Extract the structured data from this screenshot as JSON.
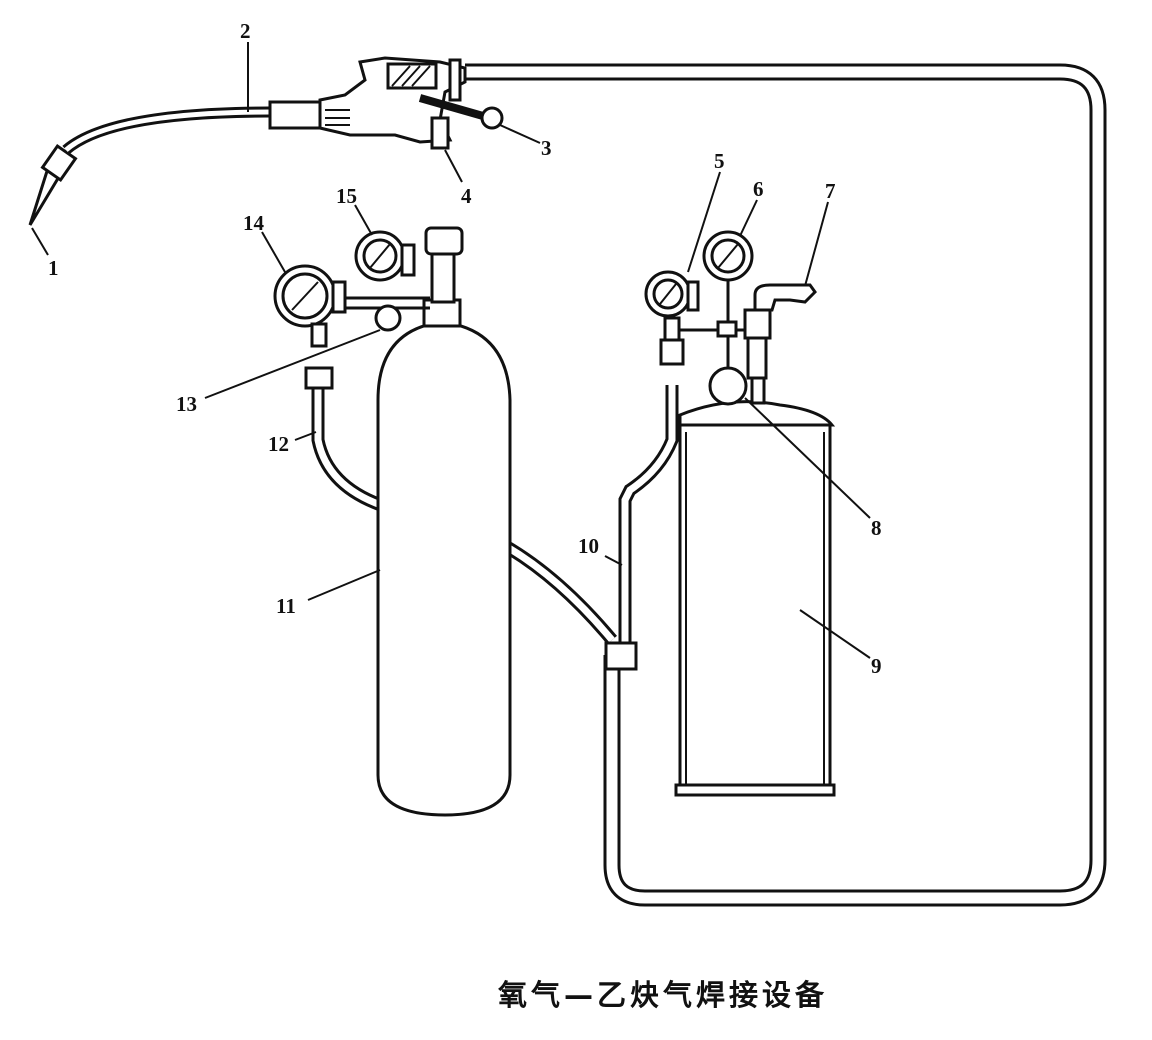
{
  "caption": "氧气—乙炔气焊接设备",
  "labels": {
    "l1": "1",
    "l2": "2",
    "l3": "3",
    "l4": "4",
    "l5": "5",
    "l6": "6",
    "l7": "7",
    "l8": "8",
    "l9": "9",
    "l10": "10",
    "l11": "11",
    "l12": "12",
    "l13": "13",
    "l14": "14",
    "l15": "15"
  },
  "colors": {
    "ink": "#111111",
    "background": "#ffffff"
  }
}
